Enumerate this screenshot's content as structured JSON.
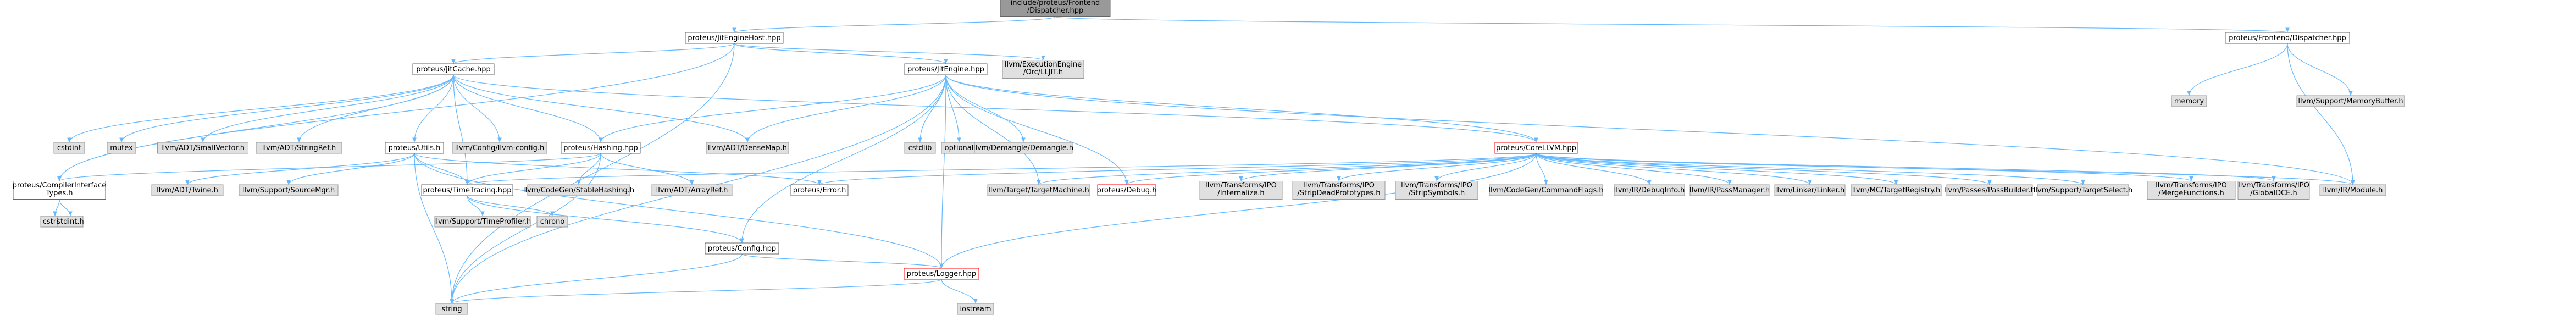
{
  "colors": {
    "edge": "#63b8ff",
    "node_fill": "#ffffff",
    "node_stroke": "#666666",
    "root_fill": "#999999",
    "system_fill": "#e0e0e0",
    "system_stroke": "#999999",
    "highlight_stroke": "#ff0000"
  },
  "nodes": [
    {
      "id": "root",
      "kind": "root",
      "lines": [
        "include/proteus/Frontend",
        "/Dispatcher.hpp"
      ]
    },
    {
      "id": "jitEngineHost",
      "kind": "normal",
      "lines": [
        "proteus/JitEngineHost.hpp"
      ]
    },
    {
      "id": "frontendDispatcher",
      "kind": "normal",
      "lines": [
        "proteus/Frontend/Dispatcher.hpp"
      ]
    },
    {
      "id": "jitCache",
      "kind": "normal",
      "lines": [
        "proteus/JitCache.hpp"
      ]
    },
    {
      "id": "executionEngine",
      "kind": "system",
      "lines": [
        "llvm/ExecutionEngine",
        "/Orc/LLJIT.h"
      ]
    },
    {
      "id": "jitEngine",
      "kind": "normal",
      "lines": [
        "proteus/JitEngine.hpp"
      ]
    },
    {
      "id": "memory",
      "kind": "system",
      "lines": [
        "memory"
      ]
    },
    {
      "id": "memoryBuffer",
      "kind": "system",
      "lines": [
        "llvm/Support/MemoryBuffer.h"
      ]
    },
    {
      "id": "cstdint",
      "kind": "system",
      "lines": [
        "cstdint"
      ]
    },
    {
      "id": "mutex",
      "kind": "system",
      "lines": [
        "mutex"
      ]
    },
    {
      "id": "smallVector",
      "kind": "system",
      "lines": [
        "llvm/ADT/SmallVector.h"
      ]
    },
    {
      "id": "stringRef",
      "kind": "system",
      "lines": [
        "llvm/ADT/StringRef.h"
      ]
    },
    {
      "id": "utils",
      "kind": "normal",
      "lines": [
        "proteus/Utils.h"
      ]
    },
    {
      "id": "llvmConfig",
      "kind": "system",
      "lines": [
        "llvm/Config/llvm-config.h"
      ]
    },
    {
      "id": "hashing",
      "kind": "normal",
      "lines": [
        "proteus/Hashing.hpp"
      ]
    },
    {
      "id": "denseMap",
      "kind": "system",
      "lines": [
        "llvm/ADT/DenseMap.h"
      ]
    },
    {
      "id": "cstdlib",
      "kind": "system",
      "lines": [
        "cstdlib"
      ]
    },
    {
      "id": "optional",
      "kind": "system",
      "lines": [
        "optional"
      ]
    },
    {
      "id": "demangle",
      "kind": "system",
      "lines": [
        "llvm/Demangle/Demangle.h"
      ]
    },
    {
      "id": "coreLLVM",
      "kind": "highlight",
      "lines": [
        "proteus/CoreLLVM.hpp"
      ]
    },
    {
      "id": "compilerInterface",
      "kind": "normal",
      "lines": [
        "proteus/CompilerInterface",
        "Types.h"
      ]
    },
    {
      "id": "twine",
      "kind": "system",
      "lines": [
        "llvm/ADT/Twine.h"
      ]
    },
    {
      "id": "sourceMgr",
      "kind": "system",
      "lines": [
        "llvm/Support/SourceMgr.h"
      ]
    },
    {
      "id": "timeTracing",
      "kind": "normal",
      "lines": [
        "proteus/TimeTracing.hpp"
      ]
    },
    {
      "id": "stableHashing",
      "kind": "system",
      "lines": [
        "llvm/CodeGen/StableHashing.h"
      ]
    },
    {
      "id": "arrayRef",
      "kind": "system",
      "lines": [
        "llvm/ADT/ArrayRef.h"
      ]
    },
    {
      "id": "error",
      "kind": "normal",
      "lines": [
        "proteus/Error.h"
      ]
    },
    {
      "id": "targetMachine",
      "kind": "system",
      "lines": [
        "llvm/Target/TargetMachine.h"
      ]
    },
    {
      "id": "debug",
      "kind": "highlight",
      "lines": [
        "proteus/Debug.h"
      ]
    },
    {
      "id": "internalize",
      "kind": "system",
      "lines": [
        "llvm/Transforms/IPO",
        "/Internalize.h"
      ]
    },
    {
      "id": "stripDead",
      "kind": "system",
      "lines": [
        "llvm/Transforms/IPO",
        "/StripDeadPrototypes.h"
      ]
    },
    {
      "id": "stripSymbols",
      "kind": "system",
      "lines": [
        "llvm/Transforms/IPO",
        "/StripSymbols.h"
      ]
    },
    {
      "id": "commandFlags",
      "kind": "system",
      "lines": [
        "llvm/CodeGen/CommandFlags.h"
      ]
    },
    {
      "id": "debugInfo",
      "kind": "system",
      "lines": [
        "llvm/IR/DebugInfo.h"
      ]
    },
    {
      "id": "passManager",
      "kind": "system",
      "lines": [
        "llvm/IR/PassManager.h"
      ]
    },
    {
      "id": "linker",
      "kind": "system",
      "lines": [
        "llvm/Linker/Linker.h"
      ]
    },
    {
      "id": "targetRegistry",
      "kind": "system",
      "lines": [
        "llvm/MC/TargetRegistry.h"
      ]
    },
    {
      "id": "passBuilder",
      "kind": "system",
      "lines": [
        "llvm/Passes/PassBuilder.h"
      ]
    },
    {
      "id": "targetSelect",
      "kind": "system",
      "lines": [
        "llvm/Support/TargetSelect.h"
      ]
    },
    {
      "id": "mergeFunctions",
      "kind": "system",
      "lines": [
        "llvm/Transforms/IPO",
        "/MergeFunctions.h"
      ]
    },
    {
      "id": "globalDCE",
      "kind": "system",
      "lines": [
        "llvm/Transforms/IPO",
        "/GlobalDCE.h"
      ]
    },
    {
      "id": "module",
      "kind": "system",
      "lines": [
        "llvm/IR/Module.h"
      ]
    },
    {
      "id": "cstring",
      "kind": "system",
      "lines": [
        "cstring"
      ]
    },
    {
      "id": "stdint",
      "kind": "system",
      "lines": [
        "stdint.h"
      ]
    },
    {
      "id": "timeProfiler",
      "kind": "system",
      "lines": [
        "llvm/Support/TimeProfiler.h"
      ]
    },
    {
      "id": "chrono",
      "kind": "system",
      "lines": [
        "chrono"
      ]
    },
    {
      "id": "config",
      "kind": "normal",
      "lines": [
        "proteus/Config.hpp"
      ]
    },
    {
      "id": "logger",
      "kind": "highlight",
      "lines": [
        "proteus/Logger.hpp"
      ]
    },
    {
      "id": "string",
      "kind": "system",
      "lines": [
        "string"
      ]
    },
    {
      "id": "iostream",
      "kind": "system",
      "lines": [
        "iostream"
      ]
    }
  ],
  "edges": [
    [
      "root",
      "jitEngineHost"
    ],
    [
      "root",
      "frontendDispatcher"
    ],
    [
      "jitEngineHost",
      "jitCache"
    ],
    [
      "jitEngineHost",
      "executionEngine"
    ],
    [
      "jitEngineHost",
      "jitEngine"
    ],
    [
      "jitEngineHost",
      "compilerInterface"
    ],
    [
      "jitEngineHost",
      "string"
    ],
    [
      "frontendDispatcher",
      "memory"
    ],
    [
      "frontendDispatcher",
      "memoryBuffer"
    ],
    [
      "frontendDispatcher",
      "module"
    ],
    [
      "jitCache",
      "cstdint"
    ],
    [
      "jitCache",
      "mutex"
    ],
    [
      "jitCache",
      "smallVector"
    ],
    [
      "jitCache",
      "stringRef"
    ],
    [
      "jitCache",
      "utils"
    ],
    [
      "jitCache",
      "llvmConfig"
    ],
    [
      "jitCache",
      "hashing"
    ],
    [
      "jitCache",
      "denseMap"
    ],
    [
      "jitCache",
      "compilerInterface"
    ],
    [
      "jitCache",
      "timeTracing"
    ],
    [
      "jitCache",
      "coreLLVM"
    ],
    [
      "jitEngine",
      "cstdlib"
    ],
    [
      "jitEngine",
      "optional"
    ],
    [
      "jitEngine",
      "demangle"
    ],
    [
      "jitEngine",
      "denseMap"
    ],
    [
      "jitEngine",
      "hashing"
    ],
    [
      "jitEngine",
      "coreLLVM"
    ],
    [
      "jitEngine",
      "config"
    ],
    [
      "jitEngine",
      "logger"
    ],
    [
      "jitEngine",
      "string"
    ],
    [
      "jitEngine",
      "targetMachine"
    ],
    [
      "jitEngine",
      "debug"
    ],
    [
      "jitEngine",
      "module"
    ],
    [
      "utils",
      "twine"
    ],
    [
      "utils",
      "sourceMgr"
    ],
    [
      "utils",
      "timeTracing"
    ],
    [
      "utils",
      "error"
    ],
    [
      "utils",
      "logger"
    ],
    [
      "utils",
      "string"
    ],
    [
      "hashing",
      "stableHashing"
    ],
    [
      "hashing",
      "arrayRef"
    ],
    [
      "hashing",
      "timeTracing"
    ],
    [
      "hashing",
      "compilerInterface"
    ],
    [
      "hashing",
      "string"
    ],
    [
      "coreLLVM",
      "error"
    ],
    [
      "coreLLVM",
      "targetMachine"
    ],
    [
      "coreLLVM",
      "debug"
    ],
    [
      "coreLLVM",
      "internalize"
    ],
    [
      "coreLLVM",
      "stripDead"
    ],
    [
      "coreLLVM",
      "stripSymbols"
    ],
    [
      "coreLLVM",
      "commandFlags"
    ],
    [
      "coreLLVM",
      "debugInfo"
    ],
    [
      "coreLLVM",
      "passManager"
    ],
    [
      "coreLLVM",
      "linker"
    ],
    [
      "coreLLVM",
      "targetRegistry"
    ],
    [
      "coreLLVM",
      "passBuilder"
    ],
    [
      "coreLLVM",
      "targetSelect"
    ],
    [
      "coreLLVM",
      "mergeFunctions"
    ],
    [
      "coreLLVM",
      "globalDCE"
    ],
    [
      "coreLLVM",
      "module"
    ],
    [
      "coreLLVM",
      "logger"
    ],
    [
      "coreLLVM",
      "timeTracing"
    ],
    [
      "compilerInterface",
      "cstring"
    ],
    [
      "compilerInterface",
      "stdint"
    ],
    [
      "timeTracing",
      "timeProfiler"
    ],
    [
      "timeTracing",
      "chrono"
    ],
    [
      "timeTracing",
      "config"
    ],
    [
      "config",
      "logger"
    ],
    [
      "config",
      "string"
    ],
    [
      "logger",
      "string"
    ],
    [
      "logger",
      "iostream"
    ]
  ]
}
